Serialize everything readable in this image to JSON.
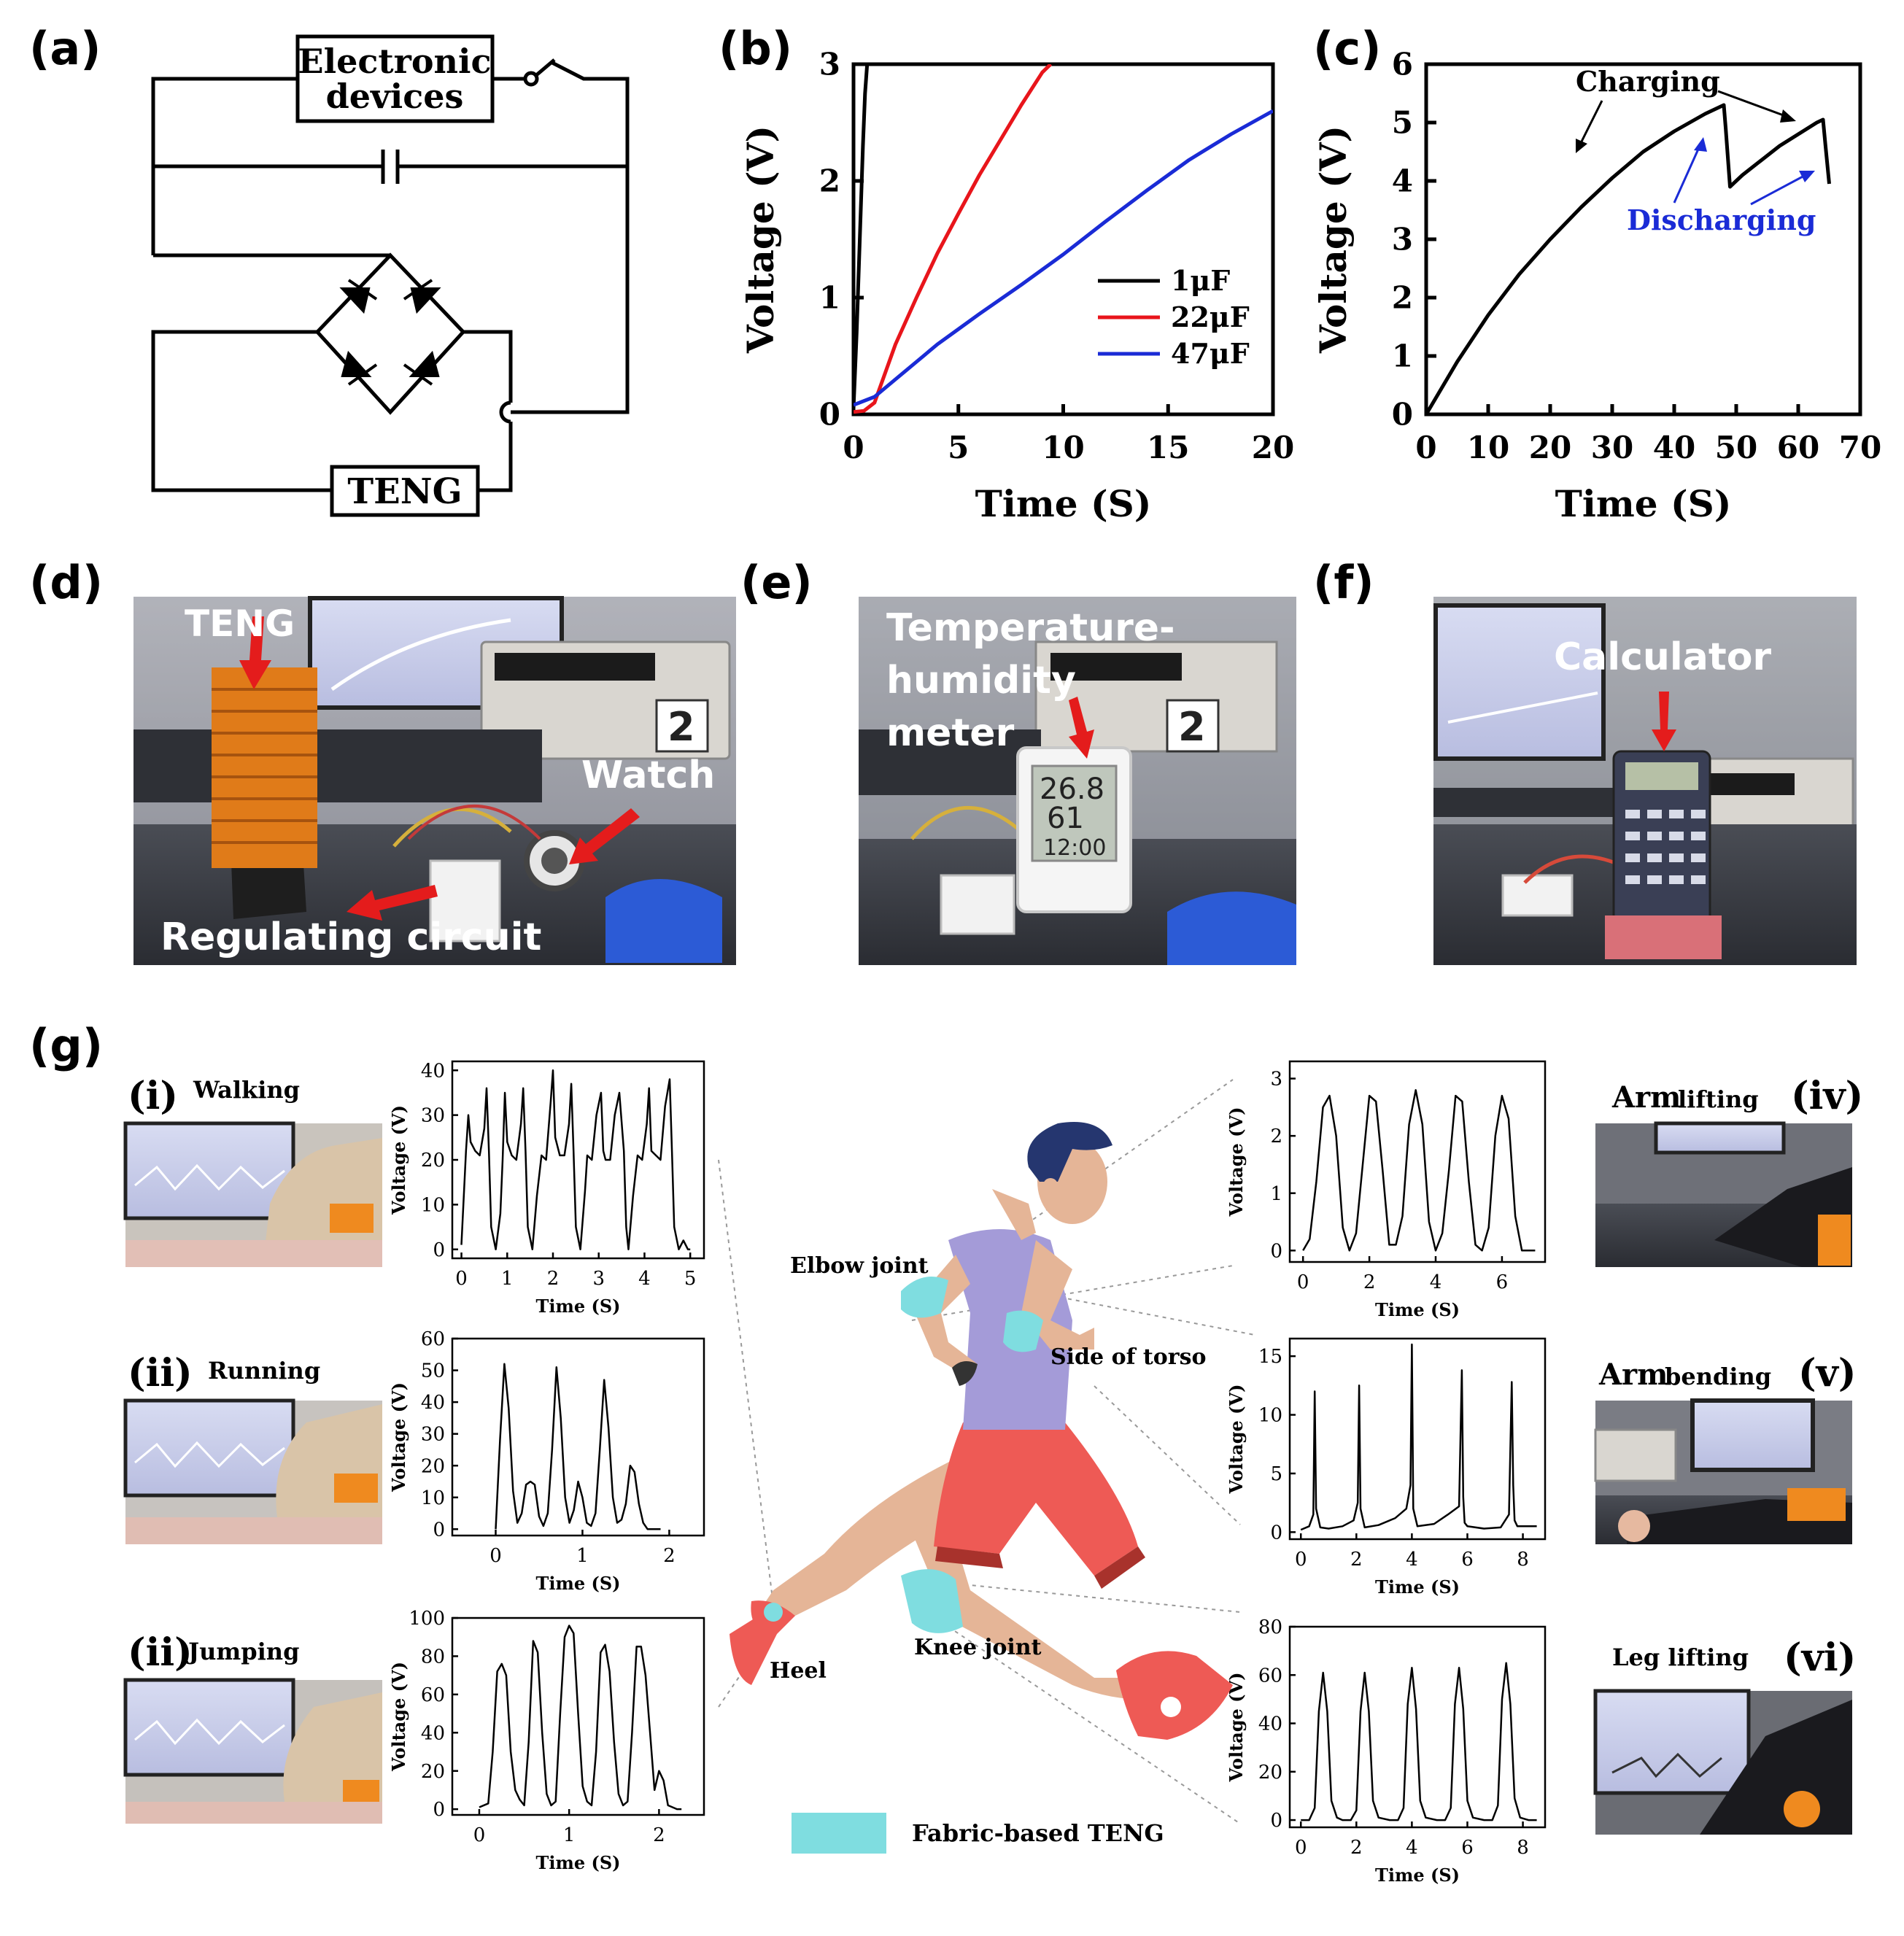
{
  "figure": {
    "panel_labels": {
      "a": "(a)",
      "b": "(b)",
      "c": "(c)",
      "d": "(d)",
      "e": "(e)",
      "f": "(f)",
      "g": "(g)"
    },
    "circuit": {
      "device_label_line1": "Electronic",
      "device_label_line2": "devices",
      "teng_label": "TENG"
    },
    "photos": {
      "d": {
        "teng": "TENG",
        "watch": "Watch",
        "circuit": "Regulating circuit"
      },
      "e": {
        "line1": "Temperature-",
        "line2": "humidity",
        "line3": "meter"
      },
      "f": {
        "label": "Calculator"
      }
    },
    "motions": {
      "i": {
        "roman": "(i)",
        "label": "Walking"
      },
      "ii": {
        "roman": "(ii)",
        "label": "Running"
      },
      "iii": {
        "roman": "(ii)",
        "label": "Jumping"
      },
      "iv": {
        "roman": "(iv)",
        "label_a": "Arm",
        "label_b": "lifting"
      },
      "v": {
        "roman": "(v)",
        "label_a": "Arm",
        "label_b": "bending"
      },
      "vi": {
        "roman": "(vi)",
        "label": "Leg lifting"
      }
    },
    "body_labels": {
      "elbow": "Elbow joint",
      "torso": "Side of torso",
      "heel": "Heel",
      "knee": "Knee joint",
      "legend": "Fabric-based TENG"
    }
  },
  "chart_data": [
    {
      "id": "b",
      "type": "line",
      "xlabel": "Time (S)",
      "ylabel": "Voltage (V)",
      "xlim": [
        0,
        20
      ],
      "ylim": [
        0,
        3
      ],
      "xticks": [
        0,
        5,
        10,
        15,
        20
      ],
      "yticks": [
        0,
        1,
        2,
        3
      ],
      "legend_position": "bottom-right",
      "series": [
        {
          "name": "1μF",
          "color": "#000000",
          "x": [
            0,
            0.15,
            0.3,
            0.45,
            0.55,
            0.65
          ],
          "y": [
            0.05,
            0.7,
            1.5,
            2.3,
            2.75,
            3.0
          ]
        },
        {
          "name": "22μF",
          "color": "#e8151b",
          "x": [
            0,
            0.5,
            1,
            2,
            3,
            4,
            5,
            6,
            7,
            8,
            9,
            9.4
          ],
          "y": [
            0.02,
            0.03,
            0.1,
            0.6,
            1.0,
            1.38,
            1.72,
            2.05,
            2.35,
            2.65,
            2.93,
            3.0
          ]
        },
        {
          "name": "47μF",
          "color": "#1a2bd6",
          "x": [
            0,
            1,
            2,
            3,
            4,
            5,
            6,
            8,
            10,
            12,
            14,
            16,
            18,
            20
          ],
          "y": [
            0.08,
            0.15,
            0.3,
            0.45,
            0.6,
            0.73,
            0.86,
            1.11,
            1.37,
            1.65,
            1.92,
            2.18,
            2.4,
            2.6
          ]
        }
      ]
    },
    {
      "id": "c",
      "type": "line",
      "xlabel": "Time (S)",
      "ylabel": "Voltage (V)",
      "xlim": [
        0,
        70
      ],
      "ylim": [
        0,
        6
      ],
      "xticks": [
        0,
        10,
        20,
        30,
        40,
        50,
        60,
        70
      ],
      "yticks": [
        0,
        1,
        2,
        3,
        4,
        5,
        6
      ],
      "annotations": [
        "Charging",
        "Discharging"
      ],
      "series": [
        {
          "color": "#000000",
          "x": [
            0,
            5,
            10,
            15,
            20,
            25,
            30,
            35,
            40,
            45,
            48,
            48.3,
            49,
            51,
            54,
            57,
            60,
            63,
            64,
            64.4,
            65
          ],
          "y": [
            0,
            0.9,
            1.7,
            2.4,
            3.0,
            3.55,
            4.05,
            4.5,
            4.85,
            5.15,
            5.3,
            4.9,
            3.9,
            4.1,
            4.35,
            4.6,
            4.8,
            5.0,
            5.05,
            4.6,
            3.95
          ]
        }
      ]
    },
    {
      "id": "g-i",
      "type": "line",
      "xlabel": "Time (S)",
      "ylabel": "Voltage (V)",
      "xlim": [
        -0.2,
        5.3
      ],
      "ylim": [
        -2,
        42
      ],
      "xticks": [
        0,
        1,
        2,
        3,
        4,
        5
      ],
      "yticks": [
        0,
        10,
        20,
        30,
        40
      ],
      "series": [
        {
          "color": "#000000",
          "x": [
            0,
            0.1,
            0.15,
            0.2,
            0.3,
            0.4,
            0.5,
            0.55,
            0.6,
            0.65,
            0.75,
            0.85,
            0.9,
            0.95,
            1.0,
            1.1,
            1.2,
            1.3,
            1.35,
            1.4,
            1.45,
            1.55,
            1.65,
            1.75,
            1.85,
            1.95,
            2.0,
            2.05,
            2.15,
            2.25,
            2.35,
            2.4,
            2.45,
            2.5,
            2.6,
            2.7,
            2.75,
            2.85,
            2.95,
            3.05,
            3.1,
            3.15,
            3.25,
            3.35,
            3.45,
            3.55,
            3.6,
            3.65,
            3.75,
            3.85,
            3.95,
            4.05,
            4.1,
            4.15,
            4.25,
            4.35,
            4.45,
            4.55,
            4.6,
            4.65,
            4.75,
            4.85,
            4.95,
            5.0
          ],
          "y": [
            1,
            22,
            30,
            24,
            22,
            21,
            27,
            36,
            22,
            5,
            0,
            8,
            20,
            35,
            24,
            21,
            20,
            28,
            36,
            22,
            5,
            0,
            12,
            21,
            20,
            33,
            40,
            25,
            21,
            21,
            28,
            37,
            22,
            5,
            0,
            13,
            21,
            20,
            30,
            35,
            22,
            20,
            20,
            30,
            35,
            22,
            5,
            0,
            12,
            21,
            20,
            28,
            36,
            22,
            21,
            20,
            32,
            38,
            22,
            5,
            0,
            2,
            0,
            0
          ]
        }
      ]
    },
    {
      "id": "g-ii",
      "type": "line",
      "xlabel": "Time (S)",
      "ylabel": "Voltage (V)",
      "xlim": [
        -0.5,
        2.4
      ],
      "ylim": [
        -2,
        60
      ],
      "xticks": [
        0,
        1,
        2
      ],
      "yticks": [
        0,
        10,
        20,
        30,
        40,
        50,
        60
      ],
      "series": [
        {
          "color": "#000000",
          "x": [
            0,
            0.05,
            0.1,
            0.15,
            0.2,
            0.25,
            0.3,
            0.35,
            0.4,
            0.45,
            0.5,
            0.55,
            0.6,
            0.65,
            0.7,
            0.75,
            0.8,
            0.85,
            0.9,
            0.95,
            1.0,
            1.05,
            1.1,
            1.15,
            1.2,
            1.25,
            1.3,
            1.35,
            1.4,
            1.45,
            1.5,
            1.55,
            1.6,
            1.65,
            1.7,
            1.75,
            1.8,
            1.85,
            1.9
          ],
          "y": [
            0,
            28,
            52,
            38,
            12,
            2,
            5,
            14,
            15,
            14,
            4,
            1,
            5,
            25,
            51,
            35,
            10,
            2,
            6,
            15,
            10,
            2,
            1,
            5,
            25,
            47,
            32,
            10,
            2,
            3,
            8,
            20,
            18,
            8,
            2,
            0,
            0,
            0,
            0
          ]
        }
      ]
    },
    {
      "id": "g-iii",
      "type": "line",
      "xlabel": "Time (S)",
      "ylabel": "Voltage (V)",
      "xlim": [
        -0.3,
        2.5
      ],
      "ylim": [
        -3,
        100
      ],
      "xticks": [
        0,
        1,
        2
      ],
      "yticks": [
        0,
        20,
        40,
        60,
        80,
        100
      ],
      "series": [
        {
          "color": "#000000",
          "x": [
            0,
            0.1,
            0.15,
            0.2,
            0.25,
            0.3,
            0.35,
            0.4,
            0.45,
            0.5,
            0.55,
            0.6,
            0.65,
            0.7,
            0.75,
            0.8,
            0.85,
            0.9,
            0.95,
            1.0,
            1.05,
            1.1,
            1.15,
            1.2,
            1.25,
            1.3,
            1.35,
            1.4,
            1.45,
            1.5,
            1.55,
            1.6,
            1.65,
            1.7,
            1.75,
            1.8,
            1.85,
            1.9,
            1.95,
            2.0,
            2.05,
            2.1,
            2.15,
            2.2,
            2.25
          ],
          "y": [
            1,
            3,
            30,
            72,
            76,
            70,
            30,
            10,
            5,
            2,
            35,
            88,
            82,
            40,
            8,
            2,
            4,
            50,
            90,
            96,
            92,
            50,
            12,
            4,
            2,
            30,
            82,
            86,
            72,
            35,
            8,
            2,
            4,
            40,
            85,
            85,
            70,
            40,
            10,
            20,
            15,
            2,
            1,
            0,
            0
          ]
        }
      ]
    },
    {
      "id": "g-iv",
      "type": "line",
      "xlabel": "Time (S)",
      "ylabel": "Voltage (V)",
      "xlim": [
        -0.4,
        7.3
      ],
      "ylim": [
        -0.2,
        3.3
      ],
      "xticks": [
        0,
        2,
        4,
        6
      ],
      "yticks": [
        0,
        1,
        2,
        3
      ],
      "series": [
        {
          "color": "#000000",
          "x": [
            0,
            0.2,
            0.4,
            0.6,
            0.8,
            1.0,
            1.2,
            1.4,
            1.6,
            1.8,
            2.0,
            2.2,
            2.4,
            2.6,
            2.8,
            3.0,
            3.2,
            3.4,
            3.6,
            3.8,
            4.0,
            4.2,
            4.4,
            4.6,
            4.8,
            5.0,
            5.2,
            5.4,
            5.6,
            5.8,
            6.0,
            6.2,
            6.4,
            6.6,
            6.8,
            7.0
          ],
          "y": [
            0,
            0.2,
            1.2,
            2.5,
            2.7,
            2.0,
            0.4,
            0.0,
            0.3,
            1.5,
            2.7,
            2.6,
            1.4,
            0.1,
            0.1,
            0.6,
            2.2,
            2.8,
            2.2,
            0.5,
            0.0,
            0.3,
            1.4,
            2.7,
            2.6,
            1.2,
            0.1,
            0.0,
            0.4,
            2.0,
            2.7,
            2.3,
            0.6,
            0.0,
            0.0,
            0.0
          ]
        }
      ]
    },
    {
      "id": "g-v",
      "type": "line",
      "xlabel": "Time (S)",
      "ylabel": "Voltage (V)",
      "xlim": [
        -0.4,
        8.8
      ],
      "ylim": [
        -0.6,
        16.5
      ],
      "xticks": [
        0,
        2,
        4,
        6,
        8
      ],
      "yticks": [
        0,
        5,
        10,
        15
      ],
      "series": [
        {
          "color": "#000000",
          "x": [
            0,
            0.3,
            0.45,
            0.5,
            0.55,
            0.7,
            1.0,
            1.5,
            1.9,
            2.05,
            2.1,
            2.15,
            2.3,
            2.8,
            3.4,
            3.8,
            3.95,
            4.0,
            4.05,
            4.2,
            4.8,
            5.3,
            5.7,
            5.8,
            5.85,
            5.9,
            6.0,
            6.6,
            7.2,
            7.5,
            7.6,
            7.65,
            7.7,
            7.8,
            8.2,
            8.5
          ],
          "y": [
            0.2,
            0.5,
            1.5,
            12,
            2,
            0.4,
            0.3,
            0.5,
            1.0,
            2.5,
            12.5,
            2,
            0.4,
            0.6,
            1.2,
            2.0,
            4,
            16,
            2,
            0.5,
            0.7,
            1.5,
            2.2,
            13.8,
            3,
            0.8,
            0.5,
            0.3,
            0.4,
            1.5,
            12.8,
            4,
            1,
            0.5,
            0.5,
            0.5
          ]
        }
      ]
    },
    {
      "id": "g-vi",
      "type": "line",
      "xlabel": "Time (S)",
      "ylabel": "Voltage (V)",
      "xlim": [
        -0.4,
        8.8
      ],
      "ylim": [
        -3,
        80
      ],
      "xticks": [
        0,
        2,
        4,
        6,
        8
      ],
      "yticks": [
        0,
        20,
        40,
        60,
        80
      ],
      "series": [
        {
          "color": "#000000",
          "x": [
            0,
            0.3,
            0.5,
            0.65,
            0.8,
            0.95,
            1.1,
            1.3,
            1.5,
            1.8,
            2.0,
            2.15,
            2.3,
            2.45,
            2.6,
            2.8,
            3.2,
            3.5,
            3.7,
            3.85,
            4.0,
            4.15,
            4.3,
            4.5,
            4.9,
            5.2,
            5.4,
            5.55,
            5.7,
            5.85,
            6.0,
            6.2,
            6.6,
            6.9,
            7.1,
            7.25,
            7.4,
            7.55,
            7.7,
            7.9,
            8.2,
            8.5
          ],
          "y": [
            0,
            0,
            5,
            45,
            61,
            45,
            8,
            1,
            0,
            0,
            4,
            45,
            61,
            45,
            8,
            1,
            0,
            0,
            5,
            48,
            63,
            46,
            8,
            1,
            0,
            0,
            5,
            48,
            63,
            46,
            8,
            1,
            0,
            0,
            6,
            50,
            65,
            48,
            9,
            1,
            0,
            0
          ]
        }
      ]
    }
  ]
}
